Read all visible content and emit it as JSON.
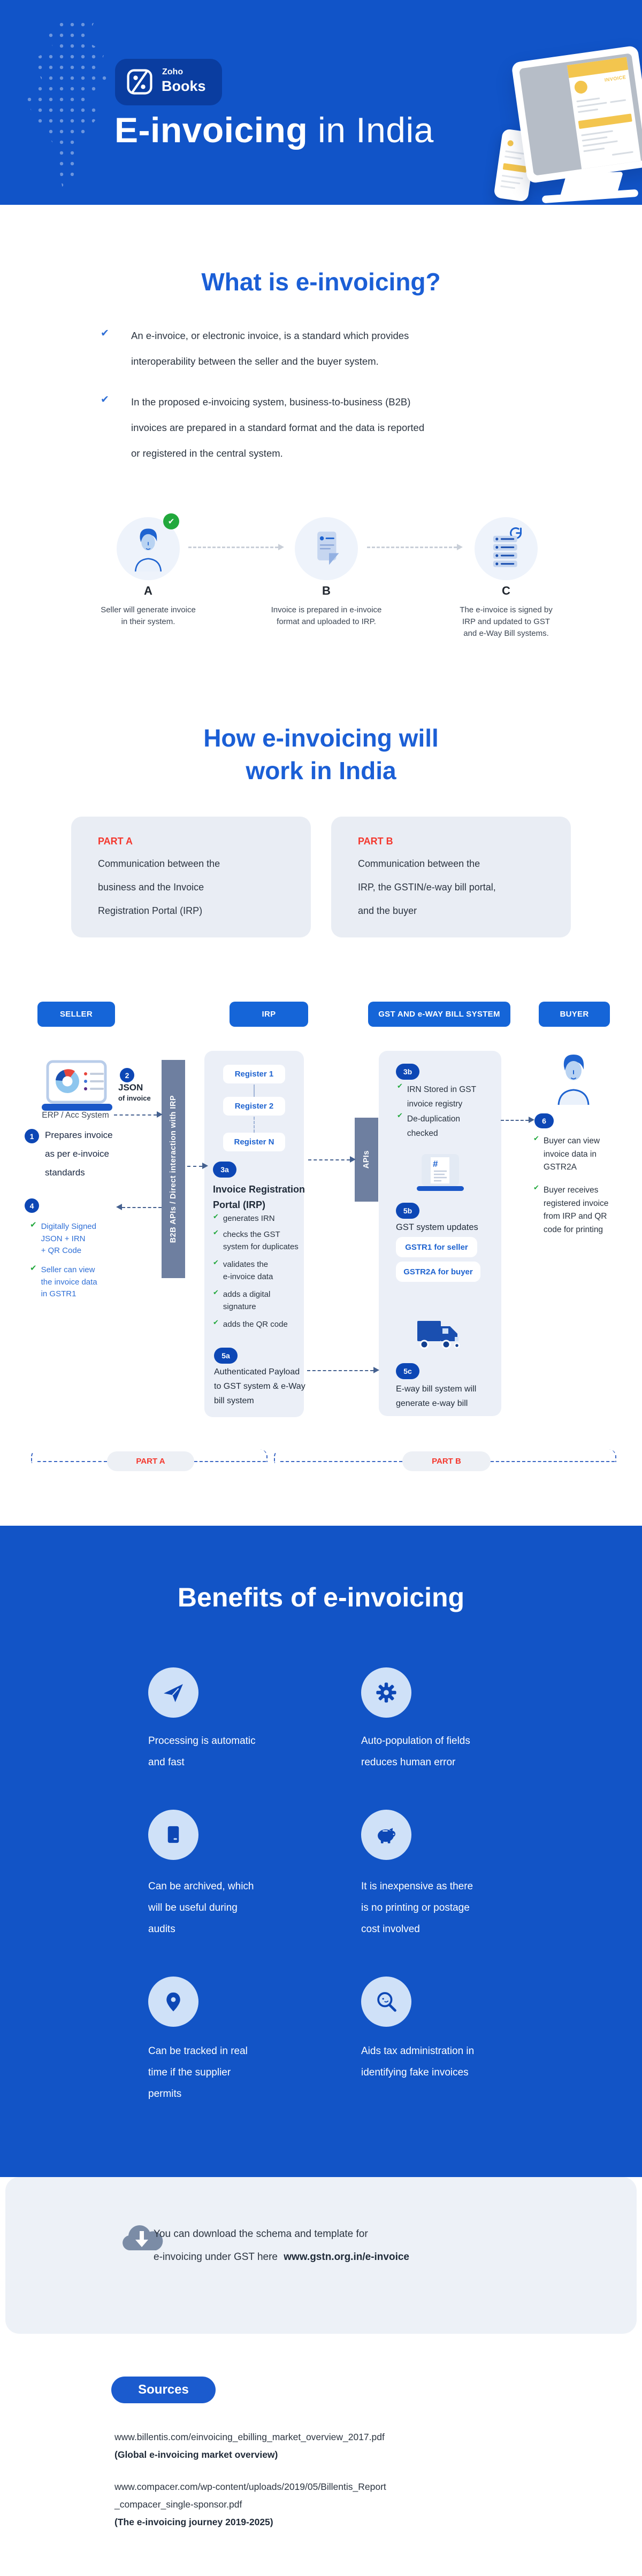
{
  "header": {
    "logo_zoho": "Zoho",
    "logo_books": "Books",
    "title_bold": "E-invoicing",
    "title_light": " in India",
    "invoice_label": "INVOICE"
  },
  "what_is": {
    "heading": "What is e-invoicing?",
    "bullet1": "An e-invoice, or electronic invoice, is a standard which provides\ninteroperability between the seller and the buyer system.",
    "bullet2": "In the proposed e-invoicing system, business-to-business (B2B)\ninvoices are prepared in a standard format and the data is reported\nor registered in the central system."
  },
  "steps": {
    "a_letter": "A",
    "a_caption": "Seller will generate invoice\nin their system.",
    "b_letter": "B",
    "b_caption": "Invoice is prepared in e-invoice\nformat and uploaded to IRP.",
    "c_letter": "C",
    "c_caption": "The e-invoice is signed by\nIRP and updated to GST\nand e-Way Bill systems."
  },
  "how": {
    "heading": "How e-invoicing will\nwork in India",
    "part_a_label": "PART A",
    "part_a_text": "Communication between the\nbusiness and the Invoice\nRegistration Portal (IRP)",
    "part_b_label": "PART B",
    "part_b_text": "Communication between the\nIRP, the GSTIN/e-way bill portal,\nand the buyer"
  },
  "flow": {
    "col_seller": "SELLER",
    "col_irp": "IRP",
    "col_gst": "GST AND e-WAY BILL SYSTEM",
    "col_buyer": "BUYER",
    "erp_label": "ERP / Acc System",
    "n1": "1",
    "step1": "Prepares invoice\nas per e-invoice\nstandards",
    "n2": "2",
    "json_title": "JSON",
    "json_sub": "of invoice",
    "b2b_bar": "B2B APIs / Direct interaction with IRP",
    "n4": "4",
    "step4a": "Digitally Signed\nJSON + IRN\n+ QR Code",
    "step4b": "Seller can view\nthe invoice data\nin GSTR1",
    "register1": "Register 1",
    "register2": "Register 2",
    "registerN": "Register N",
    "n3a": "3a",
    "irp_title": "Invoice Registration\nPortal (IRP)",
    "irp_c1": "generates IRN",
    "irp_c2": "checks the GST\nsystem for duplicates",
    "irp_c3": "validates the\ne-invoice data",
    "irp_c4": "adds a digital\nsignature",
    "irp_c5": "adds the QR code",
    "n5a": "5a",
    "step5a": "Authenticated Payload\nto GST system & e-Way\nbill system",
    "apis_bar": "APIs",
    "n3b": "3b",
    "gst_c1": "IRN Stored in GST\ninvoice registry",
    "gst_c2": "De-duplication\nchecked",
    "n5b": "5b",
    "step5b": "GST system updates",
    "chip1": "GSTR1 for seller",
    "chip2": "GSTR2A for buyer",
    "n5c": "5c",
    "step5c": "E-way bill system will\ngenerate e-way bill",
    "n6": "6",
    "buyer_c1": "Buyer can view\ninvoice data in\nGSTR2A",
    "buyer_c2": "Buyer receives\nregistered invoice\nfrom IRP and QR\ncode for printing",
    "legend_a": "PART A",
    "legend_b": "PART B",
    "hash": "#"
  },
  "benefits": {
    "heading": "Benefits of e-invoicing",
    "items": [
      {
        "icon": "paper-plane-icon",
        "text": "Processing is automatic\nand fast"
      },
      {
        "icon": "gear-icon",
        "text": "Auto-population of fields\nreduces human error"
      },
      {
        "icon": "archive-file-icon",
        "text": "Can be archived, which\nwill be useful during\naudits"
      },
      {
        "icon": "piggy-bank-icon",
        "text": "It is inexpensive as there\nis no printing or postage\ncost involved"
      },
      {
        "icon": "location-pin-icon",
        "text": "Can be tracked in real\ntime if the supplier\npermits"
      },
      {
        "icon": "magnifier-search-icon",
        "text": "Aids tax administration in\nidentifying fake invoices"
      }
    ]
  },
  "download": {
    "text": "You can download the schema and template for\ne-invoicing under GST here ",
    "url": "www.gstn.org.in/e-invoice"
  },
  "sources": {
    "label": "Sources",
    "item1_url": "www.billentis.com/einvoicing_ebilling_market_overview_2017.pdf",
    "item1_desc": "(Global e-invoicing market overview)",
    "item2_url": "www.compacer.com/wp-content/uploads/2019/05/Billentis_Report\n_compacer_single-sponsor.pdf",
    "item2_desc": "(The e-invoicing journey 2019-2025)"
  },
  "colors": {
    "header_bg": "#1154c8",
    "benefits_bg": "#1254c6",
    "logo_bg": "#0a3da0",
    "button_blue": "#1565d8",
    "badge_blue": "#0d47b5",
    "heading_blue": "#1b5fd6",
    "bar_slate": "#6e7fa0",
    "panel_bg": "#ebeff7",
    "card_bg": "#e9edf4",
    "accent_red": "#f4372d",
    "check_green": "#21a83c",
    "link_blue": "#2f6fd6"
  }
}
